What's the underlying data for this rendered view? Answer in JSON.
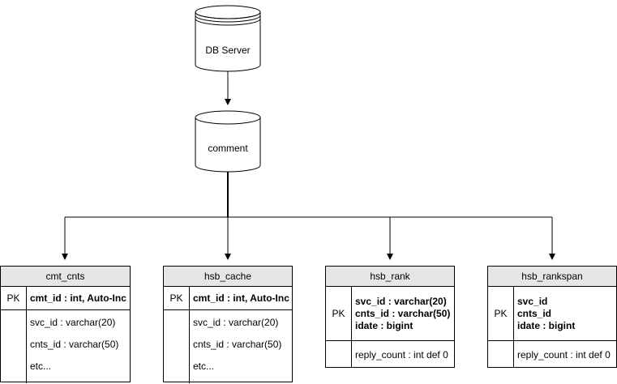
{
  "db_server": {
    "label": "DB Server"
  },
  "comment": {
    "label": "comment"
  },
  "tables": [
    {
      "name": "cmt_cnts",
      "pk_label": "PK",
      "pk_fields": [
        "cmt_id : int, Auto-Inc"
      ],
      "fields": [
        "svc_id : varchar(20)",
        "cnts_id : varchar(50)",
        "etc..."
      ]
    },
    {
      "name": "hsb_cache",
      "pk_label": "PK",
      "pk_fields": [
        "cmt_id : int, Auto-Inc"
      ],
      "fields": [
        "svc_id : varchar(20)",
        "cnts_id : varchar(50)",
        "etc..."
      ]
    },
    {
      "name": "hsb_rank",
      "pk_label": "PK",
      "pk_fields": [
        "svc_id : varchar(20)",
        "cnts_id : varchar(50)",
        "idate : bigint"
      ],
      "fields": [
        "reply_count : int def 0"
      ]
    },
    {
      "name": "hsb_rankspan",
      "pk_label": "PK",
      "pk_fields": [
        "svc_id",
        "cnts_id",
        "idate : bigint"
      ],
      "fields": [
        "reply_count : int def 0"
      ]
    }
  ]
}
